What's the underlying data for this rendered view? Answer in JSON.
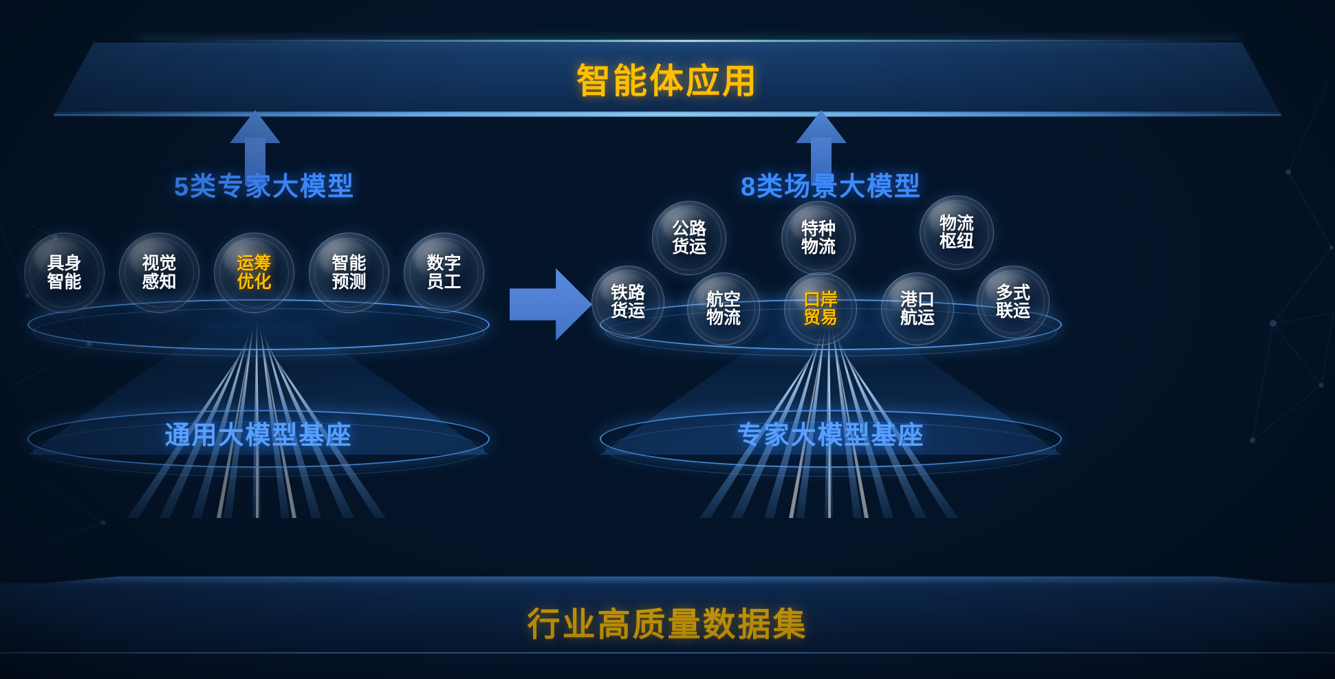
{
  "title": "智能体应用",
  "colors": {
    "accent_gold": "#FFC000",
    "accent_blue": "#3D8BFF",
    "platform_blue": "#57A0FF",
    "arrow_blue": "#4272C4",
    "background_dark": "#04152A"
  },
  "left_group": {
    "heading": "5类专家大模型",
    "platform_label": "通用大模型基座",
    "bubbles": [
      {
        "label": "具身\n智能",
        "highlight": false
      },
      {
        "label": "视觉\n感知",
        "highlight": false
      },
      {
        "label": "运筹\n优化",
        "highlight": true
      },
      {
        "label": "智能\n预测",
        "highlight": false
      },
      {
        "label": "数字\n员工",
        "highlight": false
      }
    ]
  },
  "right_group": {
    "heading": "8类场景大模型",
    "platform_label": "专家大模型基座",
    "bubbles_top": [
      {
        "label": "公路\n货运",
        "highlight": false
      },
      {
        "label": "特种\n物流",
        "highlight": false
      },
      {
        "label": "物流\n枢纽",
        "highlight": false
      }
    ],
    "bubbles_bottom": [
      {
        "label": "铁路\n货运",
        "highlight": false
      },
      {
        "label": "航空\n物流",
        "highlight": false
      },
      {
        "label": "口岸\n贸易",
        "highlight": true
      },
      {
        "label": "港口\n航运",
        "highlight": false
      },
      {
        "label": "多式\n联运",
        "highlight": false
      }
    ]
  },
  "footer": {
    "label": "行业高质量数据集"
  },
  "icons": {
    "up_arrow_left": "up-arrow-icon",
    "up_arrow_right": "up-arrow-icon",
    "transition_arrow": "right-arrow-icon"
  }
}
